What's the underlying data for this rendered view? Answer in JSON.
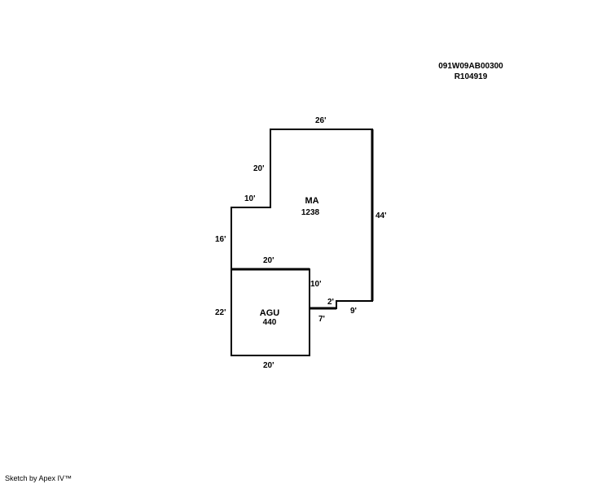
{
  "parcel_id": "091W09AB00300",
  "account_id": "R104919",
  "footer": "Sketch by Apex IV™",
  "areas": [
    {
      "code": "MA",
      "sqft": "1238"
    },
    {
      "code": "AGU",
      "sqft": "440"
    }
  ],
  "dimensions": {
    "ma_top": "26'",
    "ma_left_upper": "20'",
    "ma_step": "10'",
    "ma_left_lower": "16'",
    "ma_right": "44'",
    "ma_notch_bottom": "9'",
    "ma_notch_side": "2'",
    "shared_wall": "20'",
    "agu_right": "10'",
    "agu_step": "7'",
    "agu_left": "22'",
    "agu_bottom": "20'"
  }
}
